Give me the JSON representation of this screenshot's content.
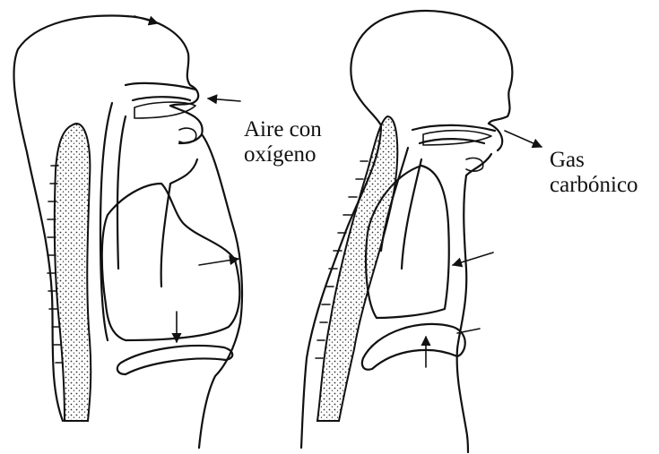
{
  "labels": {
    "inhale_line1": "Aire con",
    "inhale_line2": "oxígeno",
    "exhale_line1": "Gas",
    "exhale_line2": "carbónico"
  },
  "colors": {
    "ink": "#111111",
    "background": "#ffffff"
  }
}
